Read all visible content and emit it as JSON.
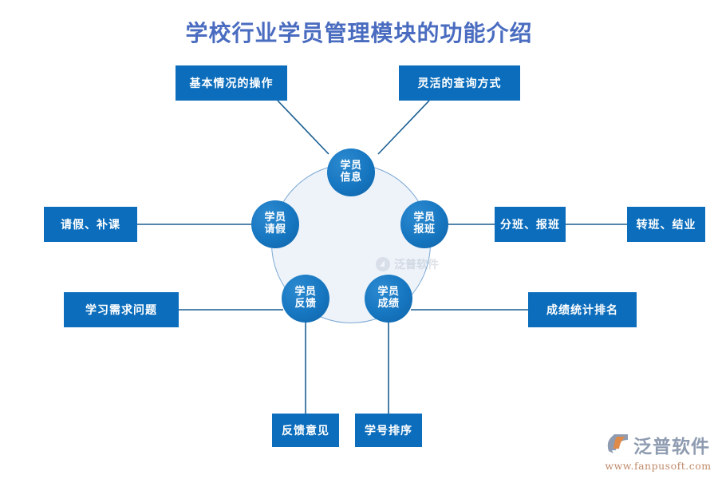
{
  "page": {
    "title": "学校行业学员管理模块的功能介绍",
    "title_color": "#4a6cc0",
    "background": "#ffffff",
    "box_color": "#0b6dbc",
    "node_color": "#1676c0",
    "hub_fill": "#eef3fa",
    "hub_border": "#7aa8d4",
    "line_color": "#1b5f92"
  },
  "hub": {
    "watermark_text": "泛普软件"
  },
  "nodes": [
    {
      "id": "student-info",
      "line1": "学员",
      "line2": "信息",
      "label": "学员信息"
    },
    {
      "id": "student-leave",
      "line1": "学员",
      "line2": "请假",
      "label": "学员请假"
    },
    {
      "id": "student-enroll",
      "line1": "学员",
      "line2": "报班",
      "label": "学员报班"
    },
    {
      "id": "student-feedback",
      "line1": "学员",
      "line2": "反馈",
      "label": "学员反馈"
    },
    {
      "id": "student-score",
      "line1": "学员",
      "line2": "成绩",
      "label": "学员成绩"
    }
  ],
  "boxes": [
    {
      "id": "basic-operation",
      "label": "基本情况的操作"
    },
    {
      "id": "flexible-query",
      "label": "灵活的查询方式"
    },
    {
      "id": "leave-makeup",
      "label": "请假、补课"
    },
    {
      "id": "class-assign",
      "label": "分班、报班"
    },
    {
      "id": "class-transfer",
      "label": "转班、结业"
    },
    {
      "id": "study-demand",
      "label": "学习需求问题"
    },
    {
      "id": "score-ranking",
      "label": "成绩统计排名"
    },
    {
      "id": "feedback-opinion",
      "label": "反馈意见"
    },
    {
      "id": "student-no-sort",
      "label": "学号排序"
    }
  ],
  "logo": {
    "name": "泛普软件",
    "url": "www.fanpusoft.com"
  }
}
